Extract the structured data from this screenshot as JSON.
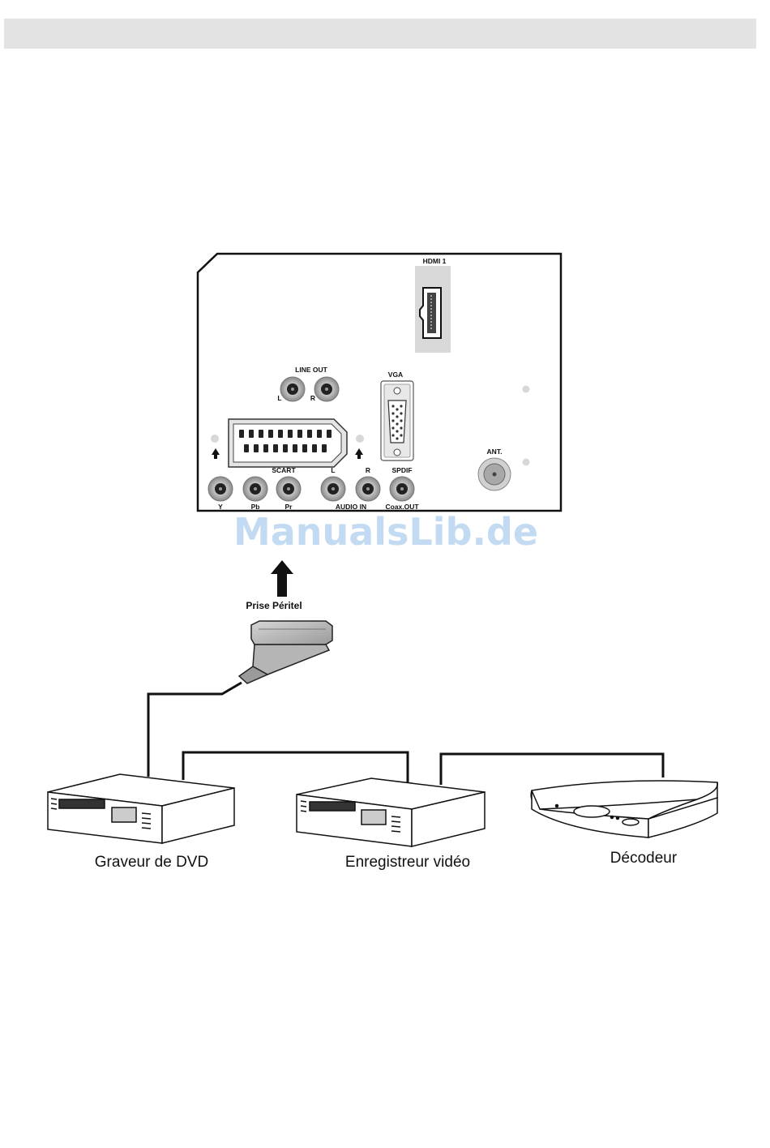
{
  "panel": {
    "hdmi_label": "HDMI 1",
    "line_out_label": "LINE OUT",
    "line_out_left": "L",
    "line_out_right": "R",
    "vga_label": "VGA",
    "scart_label": "SCART",
    "audio_in_left": "L",
    "audio_in_right": "R",
    "spdif_label": "SPDIF",
    "ant_label": "ANT.",
    "y_label": "Y",
    "pb_label": "Pb",
    "pr_label": "Pr",
    "audio_in_label": "AUDIO IN",
    "coax_out_label": "Coax.OUT"
  },
  "watermark": "ManualsLib.de",
  "scart_plug_label": "Prise Péritel",
  "devices": [
    {
      "label": "Graveur de DVD"
    },
    {
      "label": "Enregistreur vidéo"
    },
    {
      "label": "Décodeur"
    }
  ]
}
